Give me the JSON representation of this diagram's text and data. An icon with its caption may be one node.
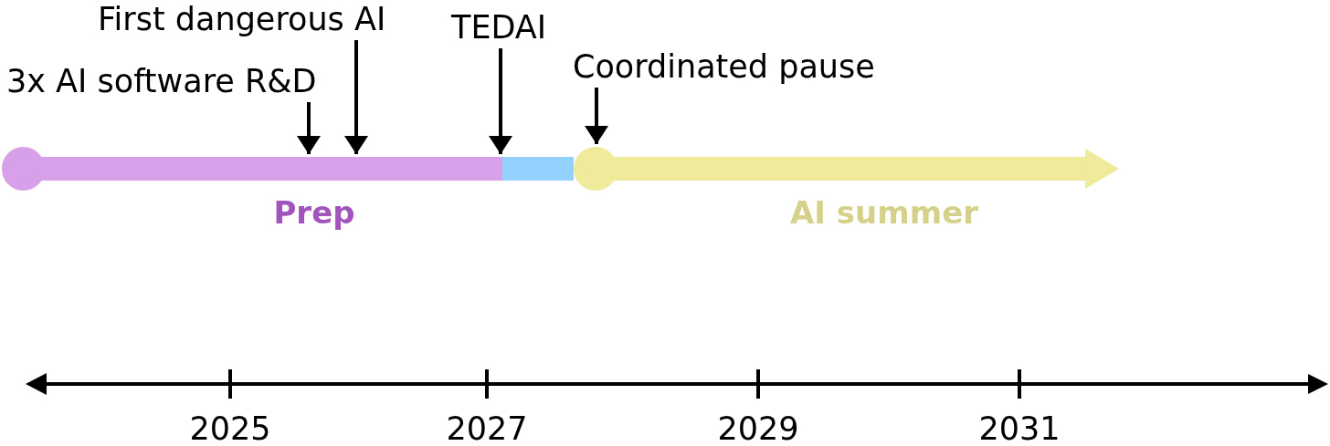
{
  "diagram": {
    "nodes": [
      {
        "text": [
          "3x AI software R&D"
        ]
      },
      {
        "text": [
          "First dangerous AI"
        ]
      },
      {
        "text": [
          "TEDAI"
        ]
      },
      {
        "text": [
          "Coordinated pause"
        ]
      },
      {
        "text": [],
        "shape": "circle"
      },
      {
        "text": [
          "Prep"
        ]
      },
      {
        "text": [],
        "shape": "bar"
      },
      {
        "text": [],
        "shape": "circle"
      },
      {
        "text": [
          "AI summer"
        ]
      }
    ],
    "edges": [
      {
        "from": 0,
        "to": 5,
        "arrow": "to"
      },
      {
        "from": 1,
        "to": 5,
        "arrow": "to"
      },
      {
        "from": 2,
        "to": 5,
        "arrow": "to"
      },
      {
        "from": 3,
        "to": 7,
        "arrow": "to"
      }
    ],
    "labels": [
      "2025",
      "2027",
      "2029",
      "2031"
    ]
  }
}
